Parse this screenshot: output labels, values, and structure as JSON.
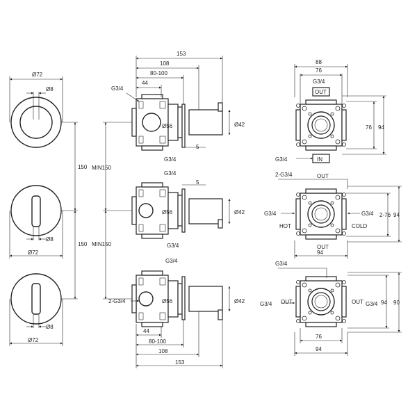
{
  "front_views": {
    "top": {
      "dia_outer": "Ø72",
      "dia_lever": "Ø8"
    },
    "middle": {
      "dia_lever": "Ø8",
      "dia_outer": "Ø72"
    },
    "bottom": {
      "dia_lever": "Ø8",
      "dia_outer": "Ø72"
    },
    "spacing_1": "150",
    "spacing_2": "150",
    "min_1": "MIN150",
    "min_2": "MIN150"
  },
  "side_top": {
    "dim_153": "153",
    "dim_108": "108",
    "dim_80_100": "80-100",
    "dim_44": "44",
    "g_left": "G3/4",
    "g_bottom": "G3/4",
    "dia_56": "Ø56",
    "dia_42": "Ø42",
    "dim_5": "5"
  },
  "side_mid": {
    "g_top": "G3/4",
    "dim_5": "5",
    "dia_56": "Ø56",
    "dia_42": "Ø42",
    "g_bottom": "G3/4"
  },
  "side_bot": {
    "g_top": "G3/4",
    "g_left": "2-G3/4",
    "dia_56": "Ø56",
    "dia_42": "Ø42",
    "dim_44": "44",
    "dim_80_100": "80-100",
    "dim_108": "108",
    "dim_153": "153"
  },
  "back_top": {
    "dim_88": "88",
    "dim_76": "76",
    "g_top": "G3/4",
    "out": "OUT",
    "dim_76_side": "76",
    "dim_94_side": "94",
    "g_bottom": "G3/4",
    "in": "IN"
  },
  "back_mid": {
    "g_top": "2-G3/4",
    "out_top": "OUT",
    "g_left": "G3/4",
    "hot": "HOT",
    "g_right": "G3/4",
    "cold": "COLD",
    "dim_2_76": "2-76",
    "dim_94_side": "94",
    "out_bottom": "OUT",
    "dim_94_bottom": "94"
  },
  "back_bot": {
    "g_top": "G3/4",
    "g_left": "G3/4",
    "out_left": "OUT",
    "out_right": "OUT",
    "g_right": "G3/4",
    "dim_94_side": "94",
    "dim_90_side": "90",
    "dim_76_bottom": "76",
    "dim_94_bottom": "94"
  }
}
